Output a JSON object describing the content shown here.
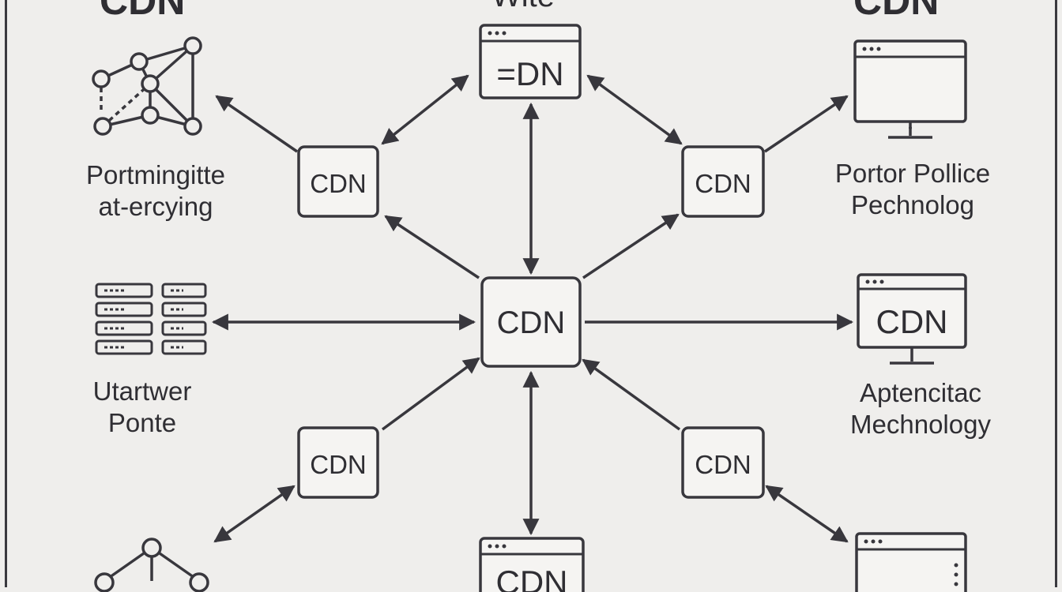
{
  "headings": {
    "top_left": "CDN",
    "top_center": "Wite",
    "top_right": "CDN"
  },
  "nodes": {
    "center": "CDN",
    "upper_left": "CDN",
    "upper_right": "CDN",
    "lower_left": "CDN",
    "lower_right": "CDN",
    "top_window": "=DN",
    "right_monitor": "CDN",
    "bottom_window": "CDN"
  },
  "labels": {
    "top_left": [
      "Portmingitte",
      "at-ercying"
    ],
    "top_right": [
      "Portor Pollice",
      "Pechnolog"
    ],
    "middle_left": [
      "Utartwer",
      "Ponte"
    ],
    "middle_right": [
      "Aptencitac",
      "Mechnology"
    ]
  },
  "colors": {
    "background": "#efeeec",
    "stroke": "#38373d",
    "box_fill": "#f5f4f2"
  }
}
